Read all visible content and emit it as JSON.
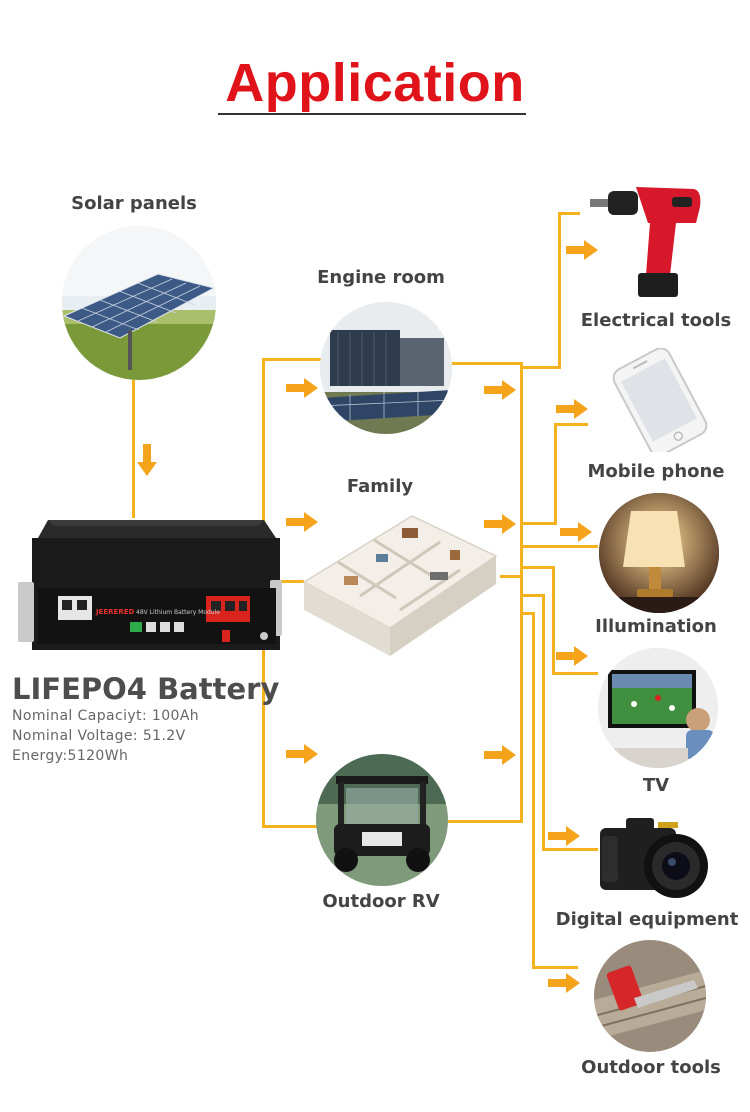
{
  "title": "Application",
  "source": {
    "label": "Solar panels"
  },
  "battery": {
    "name": "LIFEPO4 Battery",
    "brand": "JEERERED",
    "module_label": "48V Lithium Battery Module",
    "specs": [
      "Nominal Capaciyt: 100Ah",
      "Nominal Voltage: 51.2V",
      "Energy:5120Wh"
    ]
  },
  "scenarios": [
    {
      "label": "Engine room",
      "icon": "engine-room-icon"
    },
    {
      "label": "Family",
      "icon": "house-icon"
    },
    {
      "label": "Outdoor RV",
      "icon": "golf-cart-icon"
    }
  ],
  "devices": [
    {
      "label": "Electrical tools",
      "icon": "drill-icon"
    },
    {
      "label": "Mobile phone",
      "icon": "phone-icon"
    },
    {
      "label": "Illumination",
      "icon": "lamp-icon"
    },
    {
      "label": "TV",
      "icon": "tv-icon"
    },
    {
      "label": "Digital equipment",
      "icon": "camera-icon"
    },
    {
      "label": "Outdoor tools",
      "icon": "saw-icon"
    }
  ],
  "colors": {
    "title": "#e0131a",
    "connector": "#f5b21d",
    "arrow": "#f5a31a",
    "text": "#444444"
  }
}
